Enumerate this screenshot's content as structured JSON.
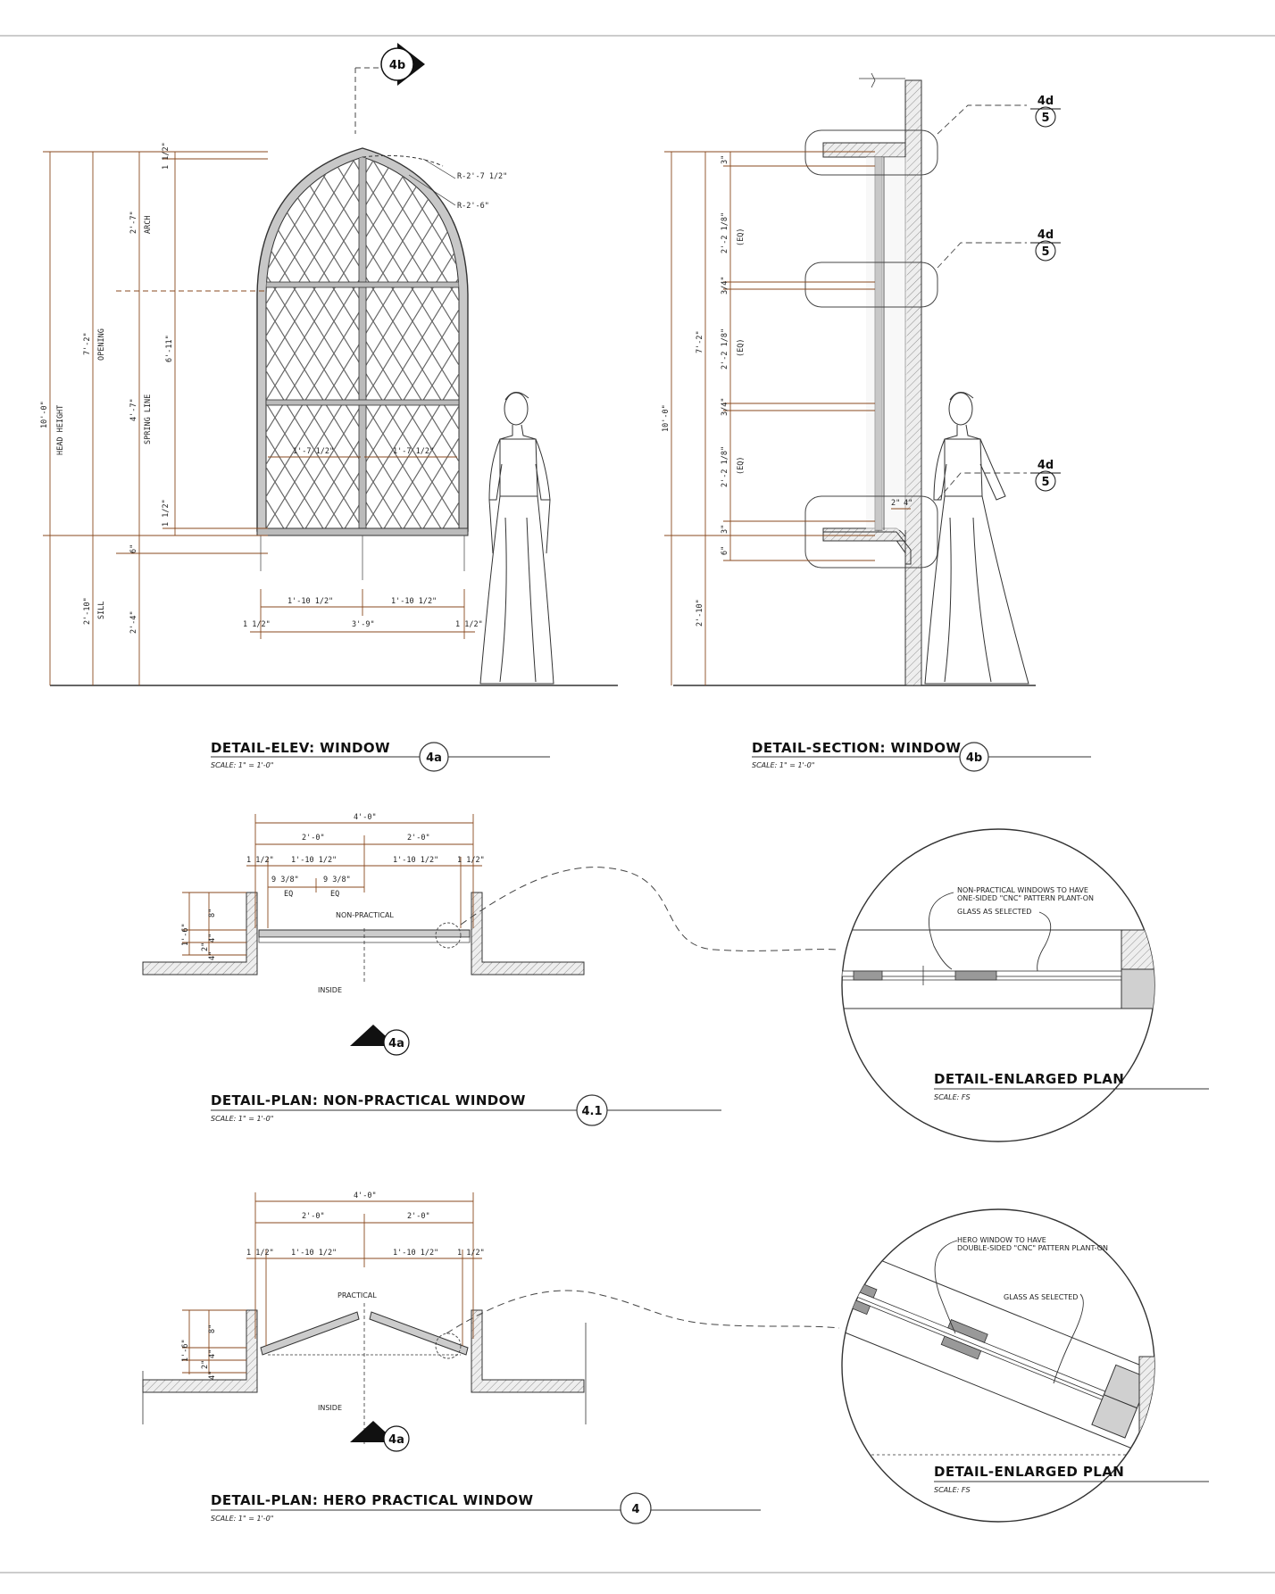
{
  "elevation": {
    "title": "DETAIL-ELEV: WINDOW",
    "scale": "SCALE: 1\" = 1'-0\"",
    "tag": "4a",
    "section_marker": "4b",
    "radius_1": "R-2'-7 1/2\"",
    "radius_2": "R-2'-6\"",
    "dims": {
      "head_height": "10'-0\"",
      "head_height_label": "HEAD HEIGHT",
      "opening": "7'-2\"",
      "opening_label": "OPENING",
      "arch": "2'-7\"",
      "arch_label": "ARCH",
      "spring": "4'-7\"",
      "spring_label": "SPRING LINE",
      "sill": "2'-10\"",
      "sill_label": "SILL",
      "sill_low": "2'-4\"",
      "top_offset": "1 1/2\"",
      "inner": "6'-11\"",
      "bot_offset": "1 1/2\"",
      "six": "6\"",
      "mullion_l": "1'-7 1/2\"",
      "mullion_r": "1'-7 1/2\"",
      "leaf_l": "1'-10 1/2\"",
      "leaf_r": "1'-10 1/2\"",
      "overall": "3'-9\"",
      "edge_l": "1 1/2\"",
      "edge_r": "1 1/2\""
    }
  },
  "section": {
    "title": "DETAIL-SECTION: WINDOW",
    "scale": "SCALE: 1\" = 1'-0\"",
    "tag": "4b",
    "callouts": [
      {
        "top": "4d",
        "bottom": "5"
      },
      {
        "top": "4d",
        "bottom": "5"
      },
      {
        "top": "4d",
        "bottom": "5"
      }
    ],
    "dims": {
      "height": "10'-0\"",
      "opening": "7'-2\"",
      "sill": "2'-10\"",
      "three_top": "3\"",
      "seg1": "2'-2 1/8\"",
      "eq1": "(EQ)",
      "gap1": "3/4\"",
      "seg2": "2'-2 1/8\"",
      "eq2": "(EQ)",
      "gap2": "3/4\"",
      "seg3": "2'-2 1/8\"",
      "eq3": "(EQ)",
      "three_bot": "3\"",
      "six": "6\"",
      "two": "2\"",
      "four": "4\""
    }
  },
  "plan_np": {
    "title": "DETAIL-PLAN: NON-PRACTICAL WINDOW",
    "scale": "SCALE: 1\" = 1'-0\"",
    "tag": "4.1",
    "marker": "4a",
    "label": "NON-PRACTICAL",
    "inside": "INSIDE",
    "dims": {
      "overall": "4'-0\"",
      "half_l": "2'-0\"",
      "half_r": "2'-0\"",
      "edge_l": "1 1/2\"",
      "leaf_l": "1'-10 1/2\"",
      "leaf_r": "1'-10 1/2\"",
      "edge_r": "1 1/2\"",
      "sub_l": "9 3/8\"",
      "sub_r": "9 3/8\"",
      "eq_l": "EQ",
      "eq_r": "EQ",
      "depth": "1'-6\"",
      "d8": "8\"",
      "d2": "2\"",
      "d4": "4\"",
      "d4b": "4\""
    }
  },
  "plan_hero": {
    "title": "DETAIL-PLAN: HERO PRACTICAL WINDOW",
    "scale": "SCALE: 1\" = 1'-0\"",
    "tag": "4",
    "marker": "4a",
    "label": "PRACTICAL",
    "inside": "INSIDE",
    "dims": {
      "overall": "4'-0\"",
      "half_l": "2'-0\"",
      "half_r": "2'-0\"",
      "edge_l": "1 1/2\"",
      "leaf_l": "1'-10 1/2\"",
      "leaf_r": "1'-10 1/2\"",
      "edge_r": "1 1/2\"",
      "depth": "1'-6\"",
      "d8": "8\"",
      "d2": "2\"",
      "d4": "4\"",
      "d4b": "4\""
    }
  },
  "enlarged_1": {
    "title": "DETAIL-ENLARGED PLAN",
    "scale": "SCALE: FS",
    "note_1": "NON-PRACTICAL WINDOWS TO HAVE",
    "note_2": "ONE-SIDED \"CNC\" PATTERN PLANT-ON",
    "note_3": "GLASS AS SELECTED"
  },
  "enlarged_2": {
    "title": "DETAIL-ENLARGED PLAN",
    "scale": "SCALE: FS",
    "note_1": "HERO WINDOW TO HAVE",
    "note_2": "DOUBLE-SIDED \"CNC\" PATTERN PLANT-ON",
    "note_3": "GLASS AS SELECTED"
  },
  "colors": {
    "dimension": "#8a4a1f",
    "ink": "#333333",
    "frame_fill": "#d9d9d9",
    "wall_fill": "#ececec"
  }
}
